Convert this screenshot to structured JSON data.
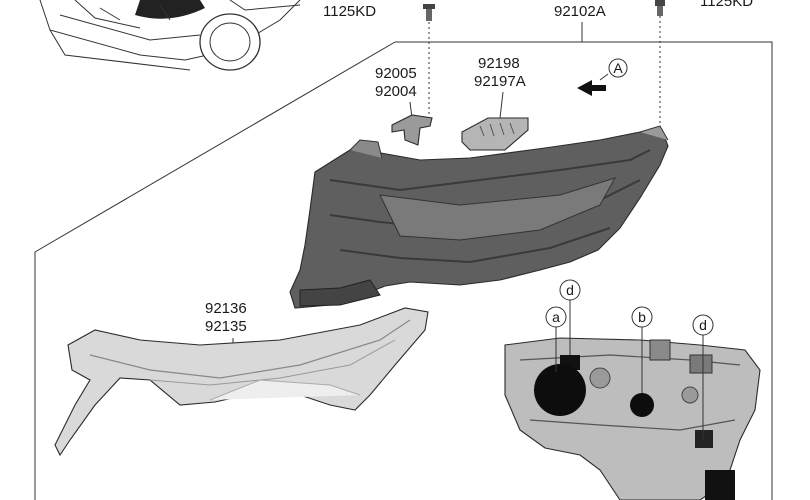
{
  "labels": {
    "bolt_left": "1125KD",
    "bolt_right": "1125KD",
    "assembly": "92102A",
    "bracket_a": "92005",
    "bracket_b": "92004",
    "connector_a": "92198",
    "connector_b": "92197A",
    "bezel_a": "92136",
    "bezel_b": "92135",
    "view_marker": "A"
  },
  "callouts": {
    "a": "a",
    "b": "b",
    "d1": "d",
    "d2": "d"
  },
  "colors": {
    "housing": "#5f5f5f",
    "bezel": "#d9d9d9",
    "line": "#333333"
  },
  "icons": [
    "car-outline",
    "bolt-icon",
    "arrow-left-icon"
  ]
}
